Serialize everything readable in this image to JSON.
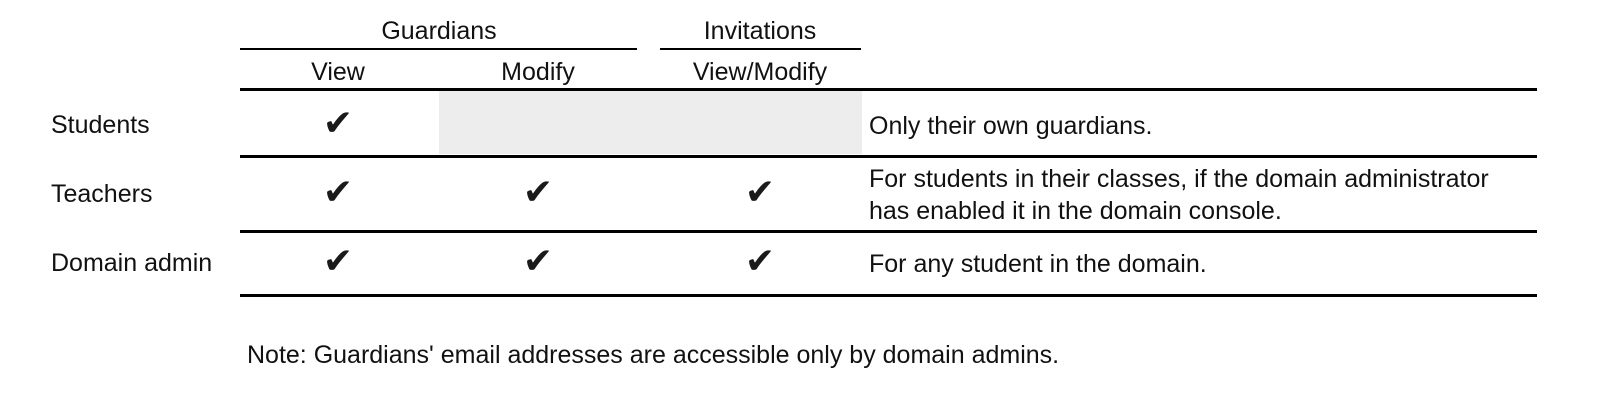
{
  "table": {
    "column_groups": [
      {
        "label": "Guardians",
        "spans": [
          "View",
          "Modify"
        ]
      },
      {
        "label": "Invitations",
        "spans": [
          "View/Modify"
        ]
      }
    ],
    "columns": [
      {
        "key": "role",
        "label": ""
      },
      {
        "key": "view",
        "label": "View"
      },
      {
        "key": "modify",
        "label": "Modify"
      },
      {
        "key": "viewmodify",
        "label": "View/Modify"
      },
      {
        "key": "notes",
        "label": ""
      }
    ],
    "check_glyph": "✔",
    "rows": [
      {
        "role": "Students",
        "view": true,
        "modify": false,
        "viewmodify": false,
        "disabled_cells": [
          "modify",
          "viewmodify"
        ],
        "notes": "Only their own guardians."
      },
      {
        "role": "Teachers",
        "view": true,
        "modify": true,
        "viewmodify": true,
        "disabled_cells": [],
        "notes": "For students in their classes, if the domain administrator has enabled it in the domain console."
      },
      {
        "role": "Domain admin",
        "view": true,
        "modify": true,
        "viewmodify": true,
        "disabled_cells": [],
        "notes": "For any student in the domain."
      }
    ]
  },
  "footnote": "Note: Guardians' email addresses are accessible only by domain admins.",
  "colors": {
    "rule": "#000000",
    "disabled_cell_fill": "#ededed",
    "text": "#111111",
    "background": "#ffffff"
  }
}
